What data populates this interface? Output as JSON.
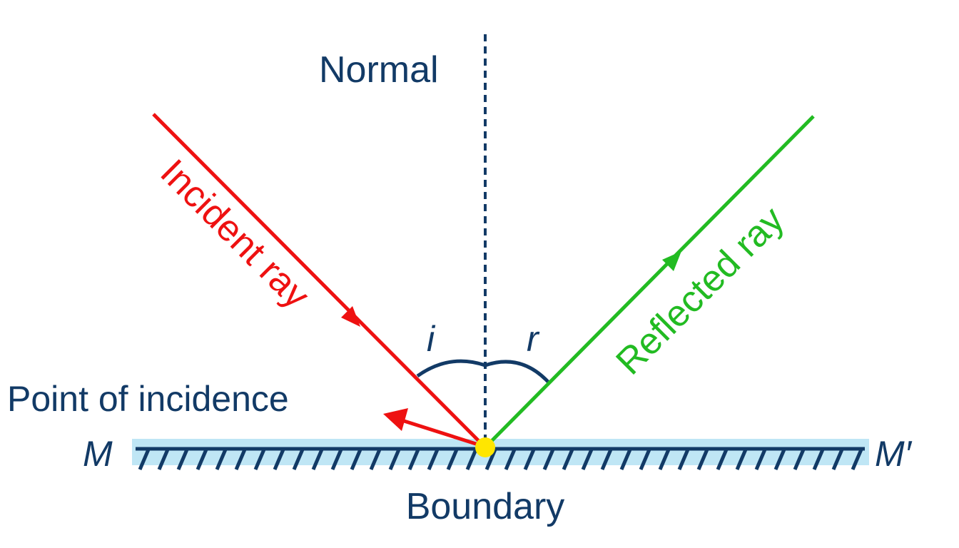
{
  "labels": {
    "normal": "Normal",
    "incident_ray": "Incident ray",
    "reflected_ray": "Reflected ray",
    "angle_incidence": "i",
    "angle_reflection": "r",
    "point_of_incidence": "Point of incidence",
    "mirror_left": "M",
    "mirror_right": "M′",
    "boundary": "Boundary"
  },
  "colors": {
    "incident": "#ee1111",
    "reflected": "#22bb22",
    "text": "#123a66",
    "mirror_band": "#bfe6f5",
    "point": "#ffe600"
  }
}
